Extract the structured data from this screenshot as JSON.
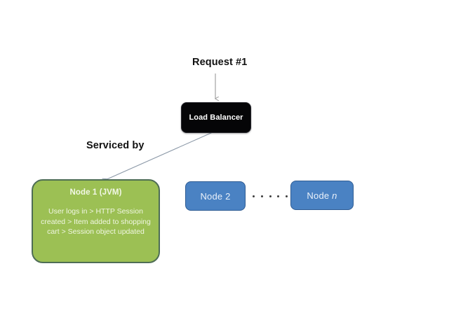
{
  "diagram": {
    "title": "HTTP session affinity / load balancing diagram",
    "background_color": "#ffffff"
  },
  "labels": {
    "request": "Request #1",
    "serviced_by": "Serviced by"
  },
  "nodes": {
    "load_balancer": {
      "title": "Load Balancer",
      "fill_color": "#050507",
      "text_color": "#ffffff"
    },
    "node_1": {
      "title": "Node 1 (JVM)",
      "body": "User logs in > HTTP Session created > Item added to shopping cart > Session object updated",
      "fill_color": "#9cc054",
      "border_color": "#4e6d55",
      "text_color": "#f0f6e2"
    },
    "node_2": {
      "title": "Node 2",
      "fill_color": "#4a82c3",
      "border_color": "#2f5c93",
      "text_color": "#eaf1fa"
    },
    "node_n": {
      "title_prefix": "Node ",
      "title_variable": "n",
      "fill_color": "#4a82c3",
      "border_color": "#2f5c93",
      "text_color": "#eaf1fa"
    }
  },
  "connectors": {
    "request_to_balancer": {
      "from": "Request #1",
      "to": "Load Balancer",
      "style": "straight-arrow-down",
      "color": "#9a9a9a"
    },
    "balancer_to_node_1": {
      "from": "Load Balancer",
      "to": "Node 1 (JVM)",
      "style": "diagonal-arrow",
      "color": "#8c99a8",
      "label": "Serviced by"
    }
  },
  "ellipsis": {
    "dot_count": 5,
    "color": "#3d3d3d"
  }
}
